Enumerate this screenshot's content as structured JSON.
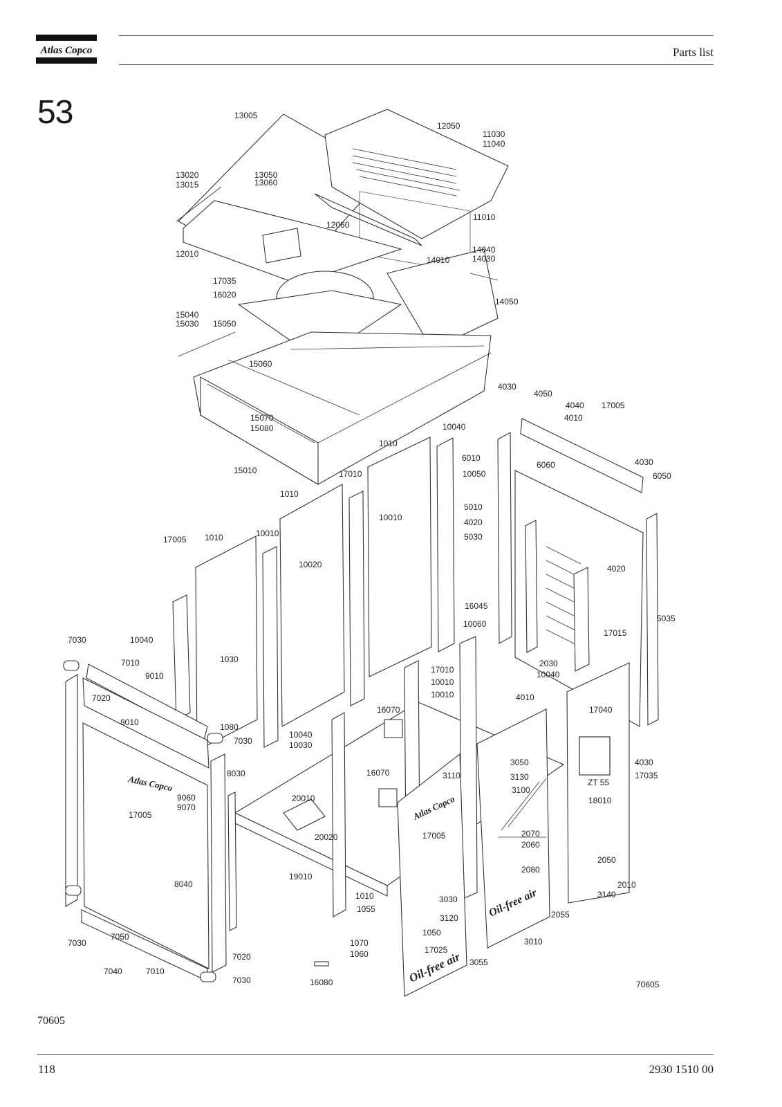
{
  "header": {
    "brand": "Atlas Copco",
    "title": "Parts list"
  },
  "section_number": "53",
  "drawing_id": "70605",
  "drawing_id_inner": "70605",
  "footer": {
    "page_number": "118",
    "document_number": "2930 1510 00"
  },
  "callouts": {
    "c13005": "13005",
    "c12050": "12050",
    "c11030": "11030",
    "c11040": "11040",
    "c13020": "13020",
    "c13015": "13015",
    "c13050": "13050",
    "c13060": "13060",
    "c11010": "11010",
    "c12060": "12060",
    "c12010": "12010",
    "c14040": "14040",
    "c14030": "14030",
    "c14010": "14010",
    "c17035a": "17035",
    "c16020": "16020",
    "c14050": "14050",
    "c15040": "15040",
    "c15030": "15030",
    "c15050": "15050",
    "c15060": "15060",
    "c15070": "15070",
    "c15080": "15080",
    "c15010": "15010",
    "c4030a": "4030",
    "c4050": "4050",
    "c4040": "4040",
    "c17005a": "17005",
    "c4010a": "4010",
    "c10040a": "10040",
    "c1010a": "1010",
    "c6010": "6010",
    "c6060": "6060",
    "c4030b": "4030",
    "c6050": "6050",
    "c17010a": "17010",
    "c10050": "10050",
    "c1010b": "1010",
    "c5010": "5010",
    "c10010a": "10010",
    "c4020a": "4020",
    "c10010b": "10010",
    "c5030": "5030",
    "c17005b": "17005",
    "c1010c": "1010",
    "c10020": "10020",
    "c4020b": "4020",
    "c16045": "16045",
    "c5035": "5035",
    "c10060": "10060",
    "c17015": "17015",
    "c7030a": "7030",
    "c10040b": "10040",
    "c1030": "1030",
    "c2030": "2030",
    "c10040c": "10040",
    "c7010a": "7010",
    "c9010": "9010",
    "c17010b": "17010",
    "c10010c": "10010",
    "c10010d": "10010",
    "c4010b": "4010",
    "c7020a": "7020",
    "c16070a": "16070",
    "c17040": "17040",
    "c8010": "8010",
    "c1080": "1080",
    "c10040d": "10040",
    "c7030b": "7030",
    "c10030": "10030",
    "c4030c": "4030",
    "c8030": "8030",
    "c3050": "3050",
    "c17035b": "17035",
    "c3110": "3110",
    "c3130": "3130",
    "c16070b": "16070",
    "c3100": "3100",
    "c9060": "9060",
    "c9070": "9070",
    "c20010": "20010",
    "c18010": "18010",
    "c17005c": "17005",
    "c17005d": "17005",
    "c2070": "2070",
    "c2060": "2060",
    "c20020": "20020",
    "c2050": "2050",
    "c8040": "8040",
    "c2080": "2080",
    "c19010": "19010",
    "c2010": "2010",
    "c1010d": "1010",
    "c3140": "3140",
    "c3030": "3030",
    "c1055": "1055",
    "c2055": "2055",
    "c3120": "3120",
    "c7030c": "7030",
    "c7050": "7050",
    "c1050": "1050",
    "c3010": "3010",
    "c1070": "1070",
    "c17025": "17025",
    "c7020b": "7020",
    "c1060": "1060",
    "c3055": "3055",
    "c7040": "7040",
    "c7010b": "7010",
    "c7030d": "7030",
    "c16080": "16080"
  },
  "panel_text": {
    "brand_panel_a": "Atlas Copco",
    "brand_panel_b": "Atlas Copco",
    "model_badge": "ZT 55",
    "door_text_a": "Oil-free air",
    "door_text_b": "Oil-free air"
  }
}
